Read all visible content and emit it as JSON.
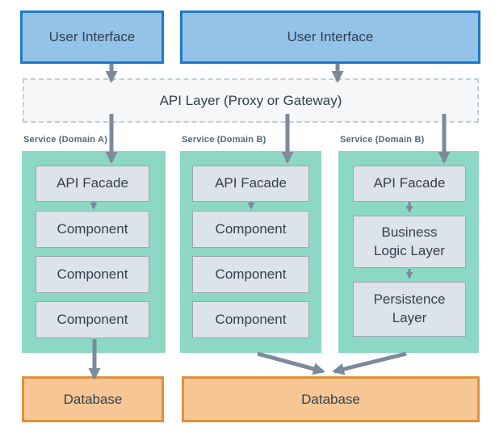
{
  "colors": {
    "ui_fill": "#94c3ea",
    "ui_border": "#1f78c9",
    "api_fill": "#f5f7f9",
    "api_border": "#c1ccd6",
    "service_fill": "#8dd8c5",
    "node_fill": "#dde3ea",
    "node_border": "#9aa6b1",
    "db_fill": "#f6c795",
    "db_border": "#e0903c",
    "arrow": "#7b8b9b",
    "text": "#32404d",
    "label": "#54687a"
  },
  "ui_boxes": [
    {
      "label": "User Interface"
    },
    {
      "label": "User Interface"
    }
  ],
  "api_layer": {
    "label": "API Layer (Proxy or Gateway)"
  },
  "services": [
    {
      "label": "Service (Domain A)",
      "nodes": [
        "API Facade",
        "Component",
        "Component",
        "Component"
      ]
    },
    {
      "label": "Service (Domain B)",
      "nodes": [
        "API Facade",
        "Component",
        "Component",
        "Component"
      ]
    },
    {
      "label": "Service (Domain B)",
      "nodes": [
        "API Facade",
        "Business Logic Layer",
        "Persistence Layer"
      ]
    }
  ],
  "databases": [
    {
      "label": "Database"
    },
    {
      "label": "Database"
    }
  ]
}
